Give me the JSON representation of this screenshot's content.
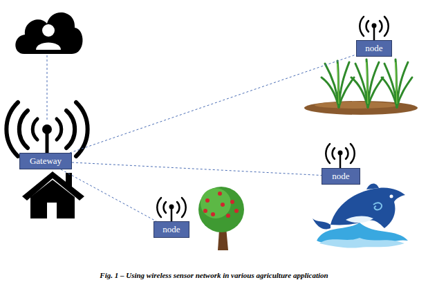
{
  "diagram": {
    "caption": "Fig. 1 – Using wireless sensor network in various agriculture application",
    "nodes": [
      {
        "text": [
          "node"
        ]
      },
      {
        "text": [
          "Gateway"
        ]
      },
      {
        "text": [
          "node"
        ]
      },
      {
        "text": [
          "node"
        ]
      }
    ],
    "edges": [
      {
        "from": 1,
        "to": 0,
        "arrow": "none"
      },
      {
        "from": 1,
        "to": 2,
        "arrow": "none"
      },
      {
        "from": 1,
        "to": 3,
        "arrow": "none"
      }
    ]
  }
}
